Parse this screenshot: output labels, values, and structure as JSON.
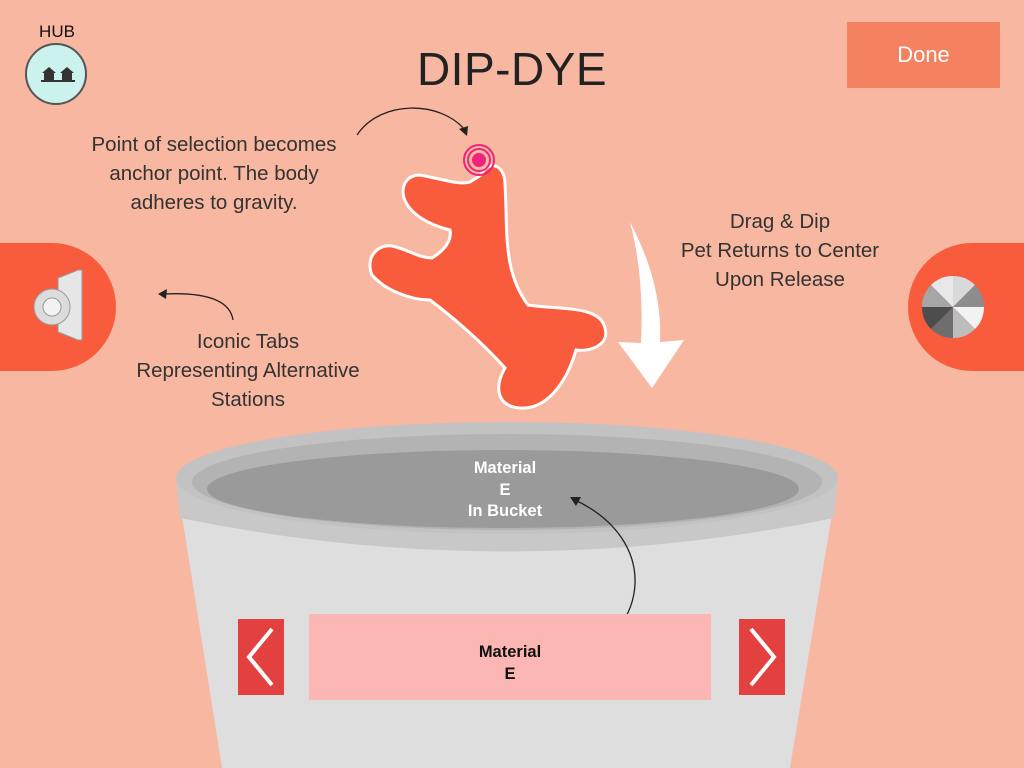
{
  "header": {
    "hub_label": "HUB",
    "title": "DIP-DYE",
    "done_label": "Done"
  },
  "annotations": {
    "anchor_lines": [
      "Point of selection becomes",
      "anchor point. The body",
      "adheres to gravity."
    ],
    "drag_lines": [
      "Drag & Dip",
      "Pet Returns to Center",
      "Upon Release"
    ],
    "tabs_lines": [
      "Iconic Tabs",
      "Representing Alternative",
      "Stations"
    ]
  },
  "bucket": {
    "material_lines": [
      "Material",
      "E",
      "In Bucket"
    ]
  },
  "selector": {
    "material_lines": [
      "Material",
      "E"
    ]
  },
  "colors": {
    "background": "#f8b7a0",
    "accent": "#f95c3c",
    "done": "#f4815f",
    "arrow_button": "#e3413f",
    "selector_panel": "#fcb6b3",
    "hub_fill": "#ccf2ed",
    "anchor_point": "#f0247a"
  },
  "icons": {
    "hub": "houses-icon",
    "left_tab": "spool-icon",
    "right_tab": "color-wheel-icon",
    "prev": "chevron-left-icon",
    "next": "chevron-right-icon",
    "anchor": "anchor-target-icon",
    "drop": "down-arrow-icon"
  }
}
